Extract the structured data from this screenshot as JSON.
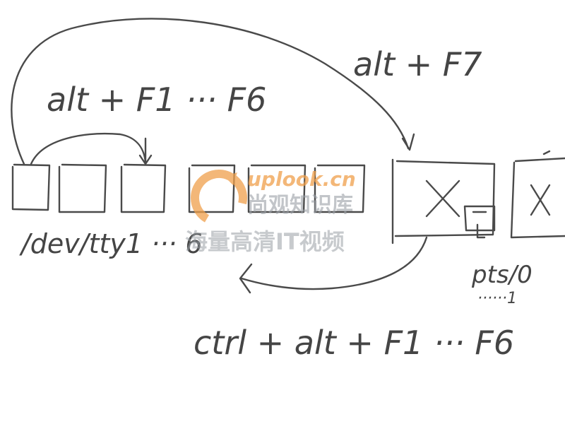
{
  "annotations": {
    "alt_f1_f6": "alt + F1 ··· F6",
    "alt_f7": "alt + F7",
    "dev_tty": "/dev/tty1 ··· 6",
    "pts": "pts/0",
    "pts_dots": "······1",
    "ctrl_alt": "ctrl + alt + F1 ··· F6"
  },
  "watermark": {
    "logo_text": "uplook.cn",
    "line1": "尚观知识库",
    "line2": "海量高清IT视频",
    "color_main": "#9aa0a6",
    "color_accent": "#f0a04b"
  }
}
